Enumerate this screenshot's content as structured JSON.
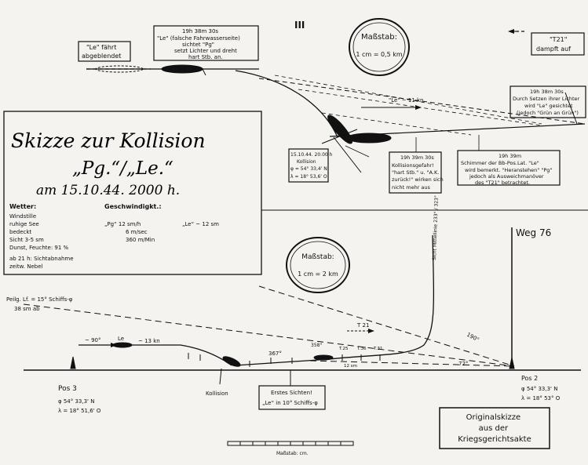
{
  "upper": {
    "roman_numeral": "III",
    "box_le_faehrt": [
      "\"Le\" fährt",
      "abgeblendet"
    ],
    "box_1938_30": [
      "19h 38m 30s",
      "\"Le\" (falsche Fahrwasserseite)",
      "sichtet \"Pg\"",
      "setzt Lichter und dreht",
      "hart Stb. an."
    ],
    "label_le_speed": "\"Le\" ~ 11 kn",
    "label_t21_arrow": "\"T21\"",
    "box_t21": [
      "\"T21\"",
      "dampft auf"
    ],
    "scale_box": {
      "title": "Maßstab:",
      "value": "1 cm = 0,5 km"
    },
    "box_1938_30s_right": [
      "19h 38m 30s",
      "Durch Setzen ihrer Lichter",
      "wird \"Le\" gesichtet",
      "(jedoch \"Grün an Grün\")"
    ],
    "box_kollision": [
      "15.10.44. 20.00 h",
      "Kollision",
      "φ = 54° 33,4' N",
      "λ = 18° 53,6' O"
    ],
    "box_1939_30": [
      "19h 39m 30s",
      "Kollisionsgefahr!",
      "\"hart Stb.\" u. \"A.K.",
      "zurück!\" wirken sich",
      "nicht mehr aus"
    ],
    "box_1939": [
      "19h 39m",
      "Schimmer der Bb-Pos.Lat. \"Le\"",
      "wird bemerkt. \"Heranstehen\" \"Pg\"",
      "jedoch als Ausweichmanöver",
      "des \"T21\" betrachtet."
    ]
  },
  "title_block": {
    "line1": "Skizze zur Kollision",
    "line2": "„Pg.“/„Le.“",
    "line3": "am 15.10.44. 2000 h.",
    "weather_heading": "Wetter:",
    "weather_lines": [
      "Windstille",
      "ruhige See",
      "bedeckt",
      "Sicht 3-5 sm",
      "Dunst, Feuchte: 91 %",
      "ab 21 h: Sichtabnahme",
      "zeitw. Nebel"
    ],
    "speed_heading": "Geschwindigkt.:",
    "speed_pg": [
      "„Pg“ 12 sm/h",
      "6 m/sec",
      "360 m/Min"
    ],
    "speed_le": "„Le“ ~ 12 sm"
  },
  "lower": {
    "weg": "Weg 76",
    "scale_box": {
      "title": "Maßstab:",
      "value": "1 cm = 2 km"
    },
    "label_peilung": [
      "Peilg. Lf. = 15° Schiffs-φ",
      "38 sm ab"
    ],
    "label_90": "~ 90°",
    "label_le": "Le",
    "label_le_speed": "~ 13 kn",
    "label_t21": "T 21",
    "label_367": "367°",
    "label_358": "358°",
    "label_72": "72°",
    "label_190": "190°",
    "label_course_vertical": "Sicht Mittellinie 233° / 323°",
    "tick_labels": [
      "T.25",
      "T.36",
      "T.31",
      "12 sm"
    ],
    "pos3": {
      "name": "Pos 3",
      "lat": "φ 54° 33,3' N",
      "lon": "λ = 18° 51,6' O"
    },
    "pos2": {
      "name": "Pos 2",
      "lat": "φ 54° 33,3' N",
      "lon": "λ = 18° 53° O"
    },
    "kollision": "Kollision",
    "box_sichten": [
      "Erstes Sichten!",
      "„Le“ in 10° Schiffs-φ"
    ],
    "original_box": [
      "Originalskizze",
      "aus der",
      "Kriegsgerichtsakte"
    ],
    "scalebar_label": "Maßstab: cm."
  }
}
